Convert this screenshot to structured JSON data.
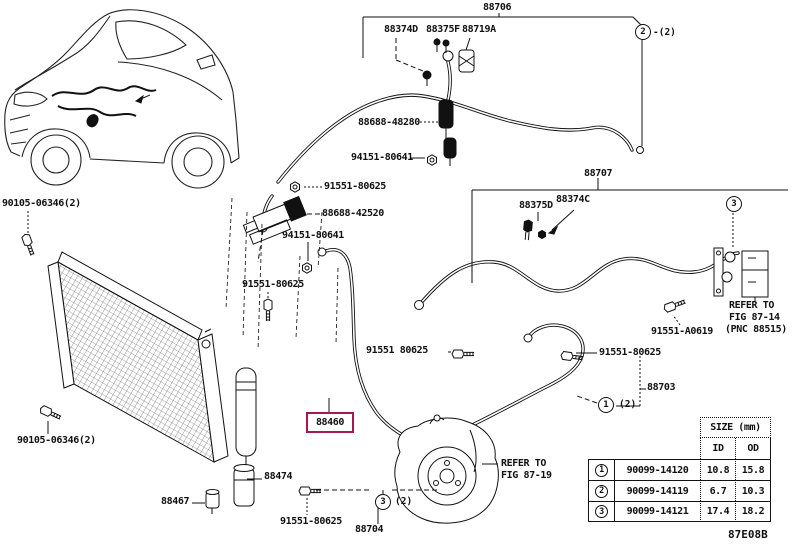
{
  "labels": {
    "l88706": "88706",
    "l88374d": "88374D",
    "l88375f": "88375F",
    "l88719a": "88719A",
    "l88688_48280": "88688-48280",
    "l94151_80641_a": "94151-80641",
    "l91551_80625_a": "91551-80625",
    "l88688_42520": "88688-42520",
    "l94151_80641_b": "94151-80641",
    "l91551_80625_b": "91551-80625",
    "l90105_06346_a": "90105-06346(2)",
    "l88707": "88707",
    "l88375d": "88375D",
    "l88374c": "88374C",
    "l91551_a0619": "91551-A0619",
    "l91551_80625_c": "91551-80625",
    "l88703": "88703",
    "l91551_80625_mid": "91551 80625",
    "l90105_06346_b": "90105-06346(2)",
    "l88467": "88467",
    "l88474": "88474",
    "l91551_80625_e": "91551-80625",
    "l88704": "88704"
  },
  "highlight": {
    "part": "88460",
    "box_color": "#a81750"
  },
  "callouts": {
    "c2": "2",
    "c2_qty": "-(2)",
    "c3_right": "3",
    "c1": "1",
    "c1_qty": "(2)",
    "c3_bottom": "3",
    "c3_bottom_qty": "(2)"
  },
  "notes": {
    "refer_fig_87_14": [
      "REFER TO",
      "FIG 87-14",
      "(PNC 88515)"
    ],
    "refer_fig_87_19": [
      "REFER TO",
      "FIG 87-19"
    ]
  },
  "table": {
    "size_header": "SIZE (mm)",
    "col_id": "ID",
    "col_od": "OD",
    "rows": [
      {
        "num": "1",
        "part": "90099-14120",
        "id": "10.8",
        "od": "15.8"
      },
      {
        "num": "2",
        "part": "90099-14119",
        "id": "6.7",
        "od": "10.3"
      },
      {
        "num": "3",
        "part": "90099-14121",
        "id": "17.4",
        "od": "18.2"
      }
    ]
  },
  "footer": {
    "fig_code": "87E08B"
  }
}
